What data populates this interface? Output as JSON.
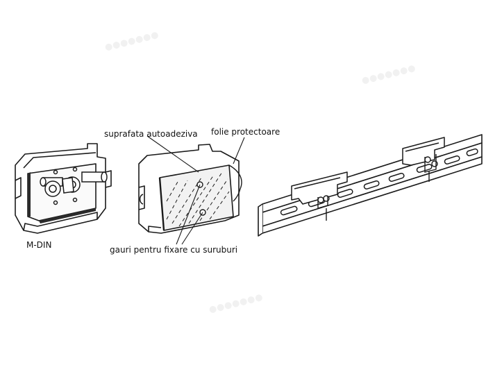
{
  "labels": {
    "suprafata": "suprafata autoadeziva",
    "folie": "folie protectoare",
    "mdin": "M-DIN",
    "gauri": "gauri pentru fixare cu suruburi"
  },
  "colors": {
    "line": "#1a1a1a",
    "fill": "#ffffff",
    "shade": "#2b2b2b",
    "panel": "#f2f2f2"
  }
}
